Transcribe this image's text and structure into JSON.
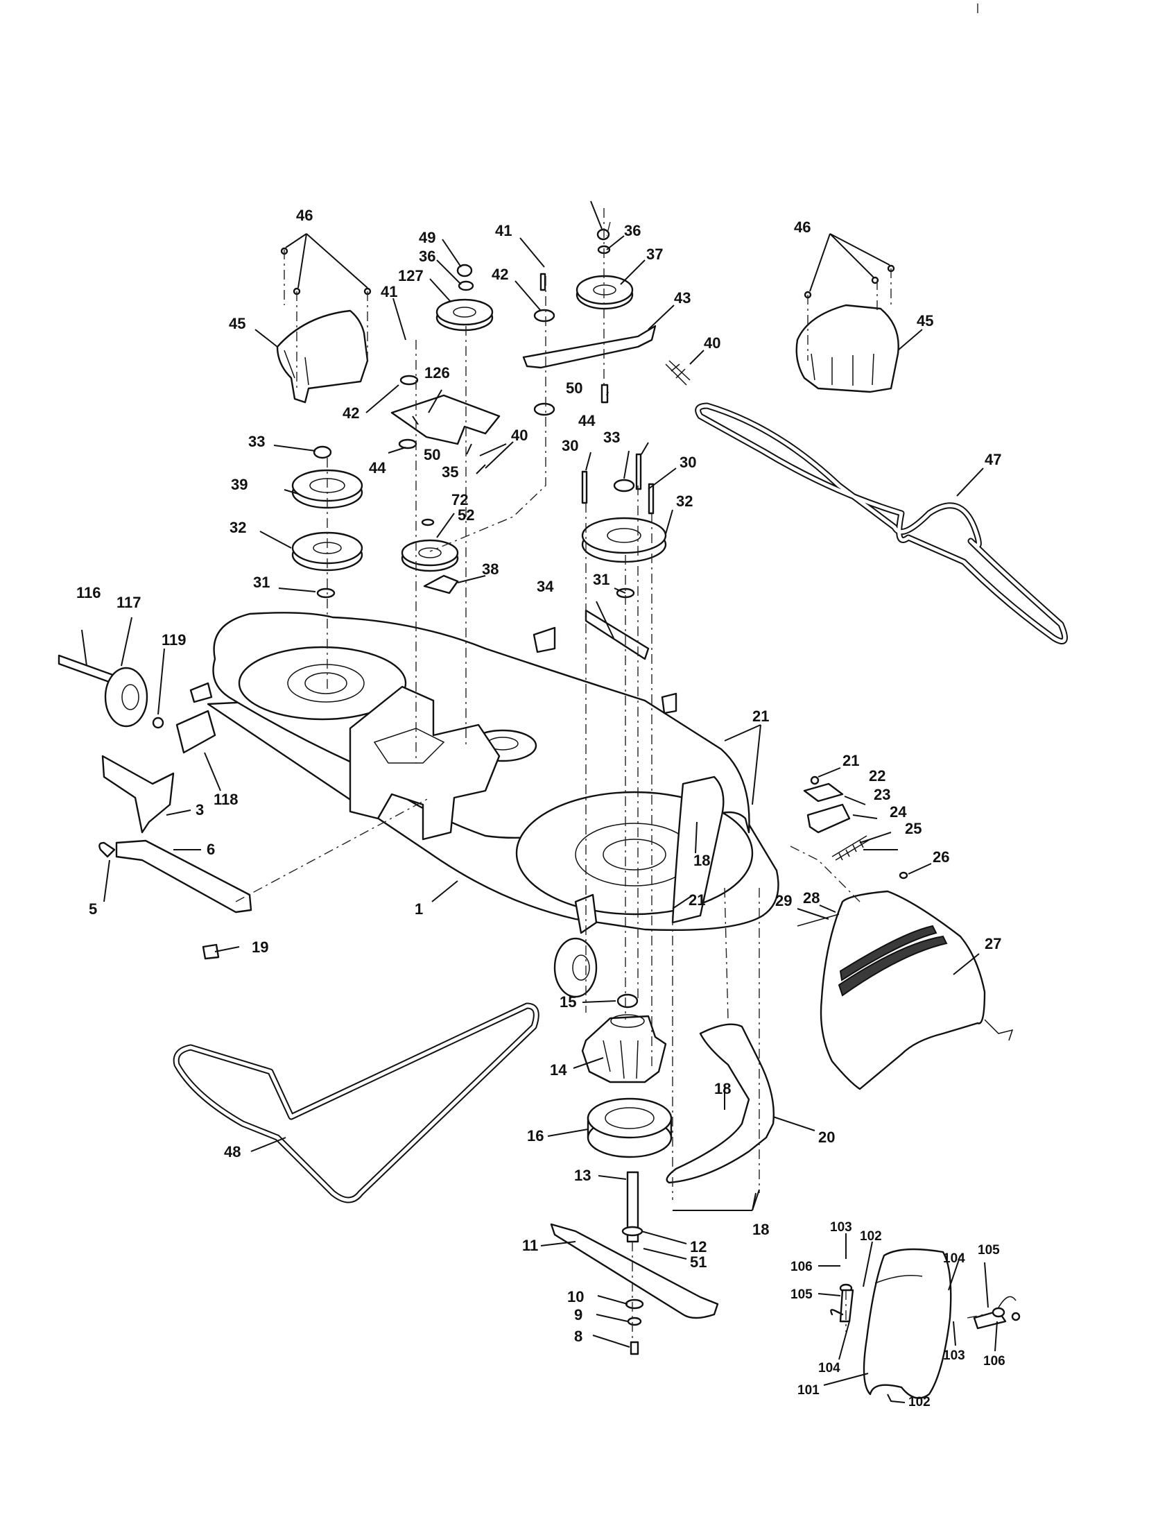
{
  "labels": {
    "c46a": "46",
    "c45a": "45",
    "c49": "49",
    "c36a": "36",
    "c127": "127",
    "c41a": "41",
    "c42a": "42",
    "c126": "126",
    "c44a": "44",
    "c50a": "50",
    "c40a": "40",
    "c35": "35",
    "c72": "72",
    "c52": "52",
    "c38": "38",
    "c33a": "33",
    "c39": "39",
    "c32a": "32",
    "c31a": "31",
    "c41b": "41",
    "c42b": "42",
    "c44b": "44",
    "c50b": "50",
    "c36b": "36",
    "c37": "37",
    "c43": "43",
    "c40b": "40",
    "c30a": "30",
    "c33b": "33",
    "c30b": "30",
    "c32b": "32",
    "c31b": "31",
    "c34": "34",
    "c46b": "46",
    "c45b": "45",
    "c47": "47",
    "c116": "116",
    "c117": "117",
    "c119": "119",
    "c118": "118",
    "c3": "3",
    "c6": "6",
    "c5": "5",
    "c19": "19",
    "c1": "1",
    "c21a": "21",
    "c21b": "21",
    "c22": "22",
    "c23": "23",
    "c24": "24",
    "c25": "25",
    "c18a": "18",
    "c21c": "21",
    "c26": "26",
    "c28": "28",
    "c29": "29",
    "c27": "27",
    "c15": "15",
    "c14": "14",
    "c16": "16",
    "c18b": "18",
    "c20": "20",
    "c13": "13",
    "c18c": "18",
    "c12": "12",
    "c11": "11",
    "c51": "51",
    "c10": "10",
    "c9": "9",
    "c8": "8",
    "c48": "48",
    "c103a": "103",
    "c102a": "102",
    "c106a": "106",
    "c105a": "105",
    "c104a": "104",
    "c105b": "105",
    "c104b": "104",
    "c103b": "103",
    "c106b": "106",
    "c101": "101",
    "c102b": "102"
  }
}
